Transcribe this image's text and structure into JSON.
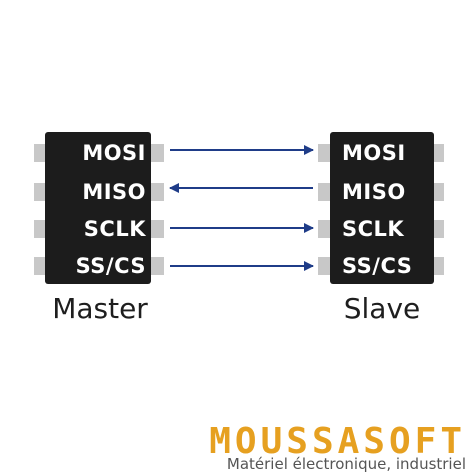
{
  "master": {
    "name": "Master",
    "pins": [
      "MOSI",
      "MISO",
      "SCLK",
      "SS/CS"
    ]
  },
  "slave": {
    "name": "Slave",
    "pins": [
      "MOSI",
      "MISO",
      "SCLK",
      "SS/CS"
    ]
  },
  "signals": [
    {
      "label": "MOSI",
      "direction": "master-to-slave"
    },
    {
      "label": "MISO",
      "direction": "slave-to-master"
    },
    {
      "label": "SCLK",
      "direction": "master-to-slave"
    },
    {
      "label": "SS/CS",
      "direction": "master-to-slave"
    }
  ],
  "brand": {
    "name": "MOUSSASOFT",
    "tagline": "Matériel électronique, industriel"
  },
  "colors": {
    "chip_body": "#1c1c1c",
    "pin_metal": "#c8c8c8",
    "arrow": "#1f3c88",
    "brand_orange": "#e6a020"
  }
}
